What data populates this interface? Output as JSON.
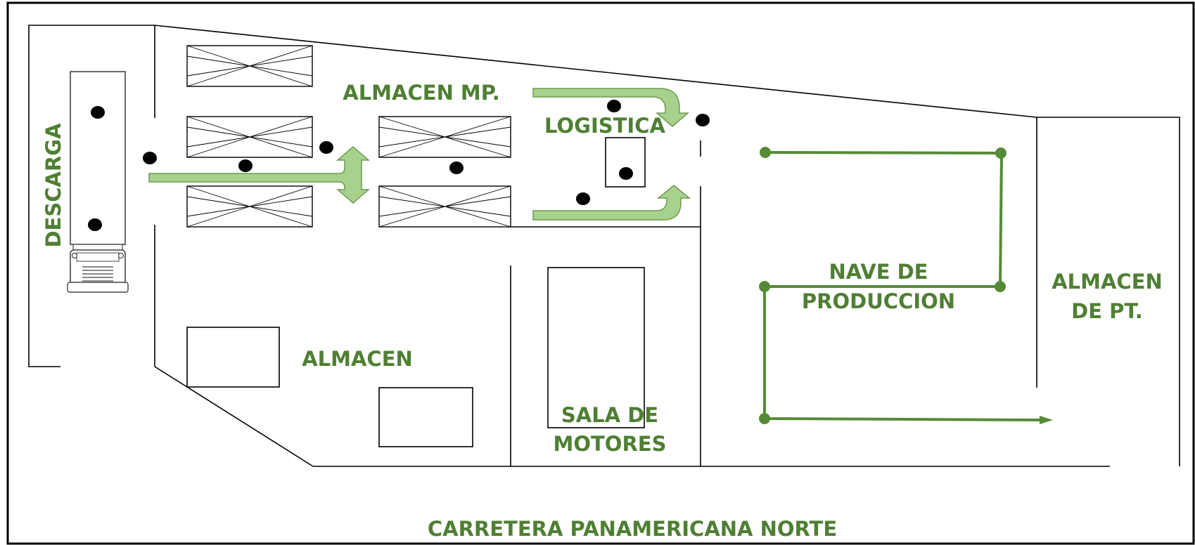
{
  "labels": {
    "descarga": "DESCARGA",
    "almacen_mp": "ALMACEN MP.",
    "logistica": "LOGISTICA",
    "nave_line1": "NAVE DE",
    "nave_line2": "PRODUCCION",
    "almacen_pt_line1": "ALMACEN",
    "almacen_pt_line2": "DE PT.",
    "almacen": "ALMACEN",
    "sala_line1": "SALA DE",
    "sala_line2": "MOTORES",
    "carretera": "CARRETERA PANAMERICANA NORTE"
  },
  "colors": {
    "label_green": "#4f7f33",
    "flow_green": "#558b36",
    "arrow_fill": "#a9d18e",
    "arrow_stroke": "#6d9b4f",
    "wall": "#000000"
  },
  "icons": {
    "truck": "delivery-truck-icon",
    "worker": "operator-dot-icon"
  }
}
